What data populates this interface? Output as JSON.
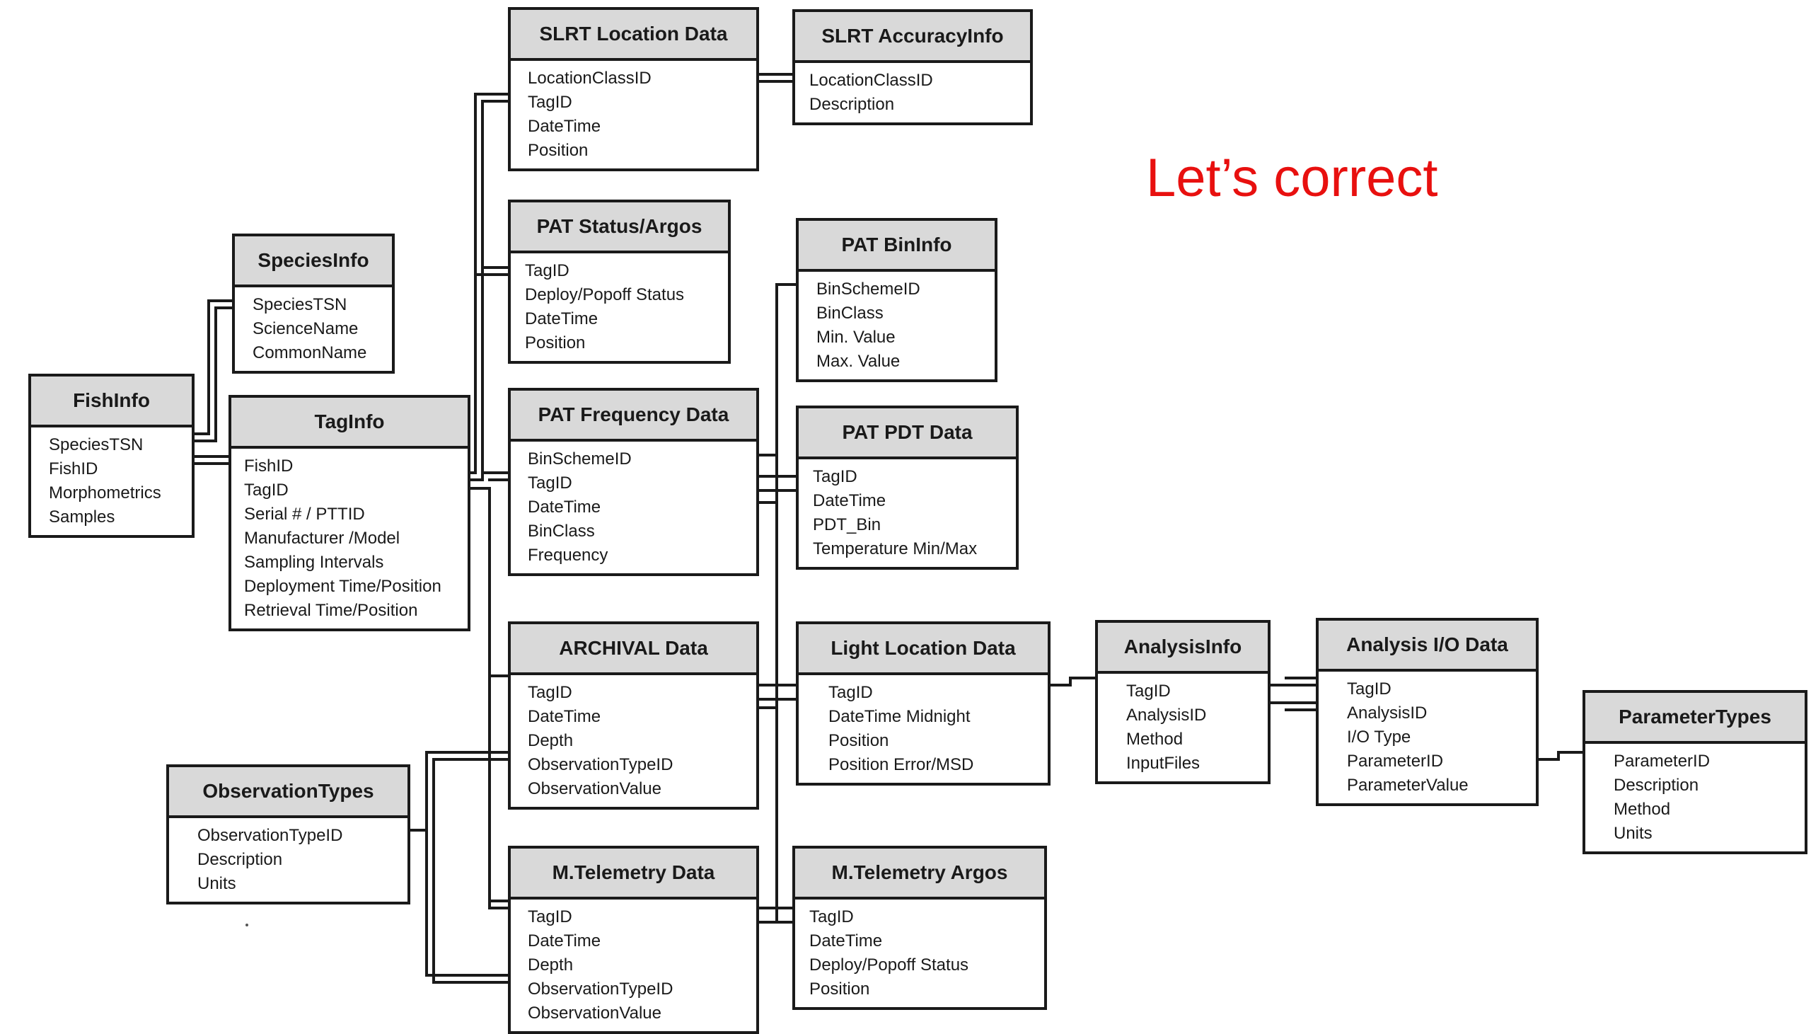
{
  "annotation": "Let’s correct",
  "tables": [
    {
      "id": "slrt-location",
      "title": "SLRT Location Data",
      "fields": [
        "LocationClassID",
        "TagID",
        "DateTime",
        "Position"
      ]
    },
    {
      "id": "slrt-accuracy",
      "title": "SLRT AccuracyInfo",
      "fields": [
        "LocationClassID",
        "Description"
      ]
    },
    {
      "id": "pat-status",
      "title": "PAT Status/Argos",
      "fields": [
        "TagID",
        "Deploy/Popoff Status",
        "DateTime",
        "Position"
      ]
    },
    {
      "id": "pat-bininfo",
      "title": "PAT BinInfo",
      "fields": [
        "BinSchemeID",
        "BinClass",
        "Min. Value",
        "Max. Value"
      ]
    },
    {
      "id": "speciesinfo",
      "title": "SpeciesInfo",
      "fields": [
        "SpeciesTSN",
        "ScienceName",
        "CommonName"
      ]
    },
    {
      "id": "fishinfo",
      "title": "FishInfo",
      "fields": [
        "SpeciesTSN",
        "FishID",
        "Morphometrics",
        "Samples"
      ]
    },
    {
      "id": "taginfo",
      "title": "TagInfo",
      "fields": [
        "FishID",
        "TagID",
        "Serial # / PTTID",
        "Manufacturer /Model",
        "Sampling Intervals",
        "Deployment Time/Position",
        "Retrieval Time/Position"
      ]
    },
    {
      "id": "pat-frequency",
      "title": "PAT Frequency Data",
      "fields": [
        "BinSchemeID",
        "TagID",
        "DateTime",
        "BinClass",
        "Frequency"
      ]
    },
    {
      "id": "pat-pdt",
      "title": "PAT PDT Data",
      "fields": [
        "TagID",
        "DateTime",
        "PDT_Bin",
        "Temperature Min/Max"
      ]
    },
    {
      "id": "archival",
      "title": "ARCHIVAL Data",
      "fields": [
        "TagID",
        "DateTime",
        "Depth",
        "ObservationTypeID",
        "ObservationValue"
      ]
    },
    {
      "id": "light-location",
      "title": "Light Location Data",
      "fields": [
        "TagID",
        "DateTime Midnight",
        "Position",
        "Position Error/MSD"
      ]
    },
    {
      "id": "analysisinfo",
      "title": "AnalysisInfo",
      "fields": [
        "TagID",
        "AnalysisID",
        "Method",
        "InputFiles"
      ]
    },
    {
      "id": "analysis-io",
      "title": "Analysis I/O Data",
      "fields": [
        "TagID",
        "AnalysisID",
        "I/O Type",
        "ParameterID",
        "ParameterValue"
      ]
    },
    {
      "id": "parametertypes",
      "title": "ParameterTypes",
      "fields": [
        "ParameterID",
        "Description",
        "Method",
        "Units"
      ]
    },
    {
      "id": "observationtypes",
      "title": "ObservationTypes",
      "fields": [
        "ObservationTypeID",
        "Description",
        "Units"
      ]
    },
    {
      "id": "mtelemetry-data",
      "title": "M.Telemetry Data",
      "fields": [
        "TagID",
        "DateTime",
        "Depth",
        "ObservationTypeID",
        "ObservationValue"
      ]
    },
    {
      "id": "mtelemetry-argos",
      "title": "M.Telemetry Argos",
      "fields": [
        "TagID",
        "DateTime",
        "Deploy/Popoff Status",
        "Position"
      ]
    }
  ]
}
